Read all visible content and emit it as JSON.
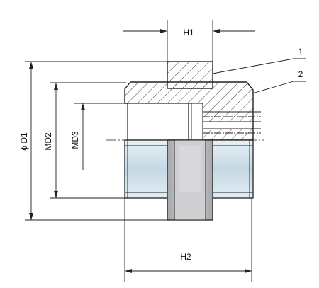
{
  "labels": {
    "h1": "H1",
    "h2": "H2",
    "d1": "ϕ D1",
    "md2": "MD2",
    "md3": "MD3",
    "part1": "1",
    "part2": "2"
  },
  "colors": {
    "line": "#222222",
    "hatch": "#2a2a2a",
    "bore_light": "#d7e7f0",
    "bore_mid": "#c2d6e2",
    "core_gray": "#c9c9cb",
    "core_dark": "#9a9a9e"
  }
}
